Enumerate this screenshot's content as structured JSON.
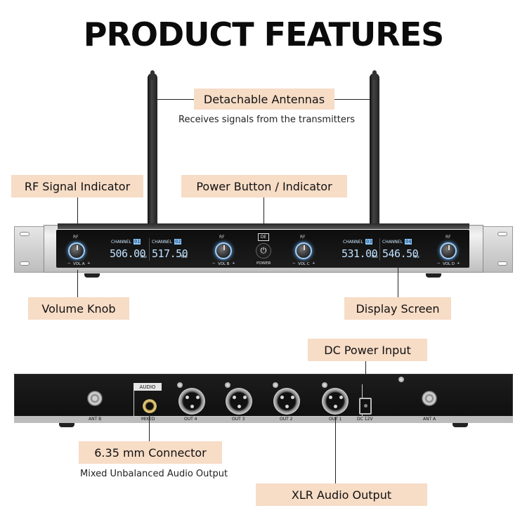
{
  "title": "PRODUCT FEATURES",
  "callouts": {
    "antennas": {
      "label": "Detachable Antennas",
      "sub": "Receives signals from the transmitters"
    },
    "rf_signal": {
      "label": "RF Signal Indicator"
    },
    "power": {
      "label": "Power Button / Indicator"
    },
    "volume": {
      "label": "Volume Knob"
    },
    "display": {
      "label": "Display Screen"
    },
    "dc_power": {
      "label": "DC Power Input"
    },
    "connector": {
      "label": "6.35 mm Connector",
      "sub": "Mixed Unbalanced Audio Output"
    },
    "xlr": {
      "label": "XLR Audio Output"
    }
  },
  "front_panel": {
    "rf_label": "RF",
    "vol_labels": [
      "VOL A",
      "VOL B",
      "VOL C",
      "VOL D"
    ],
    "minus": "−",
    "plus": "+",
    "channel_word": "CHANNEL",
    "channels": [
      {
        "num": "01",
        "freq": "506.00"
      },
      {
        "num": "02",
        "freq": "517.50"
      },
      {
        "num": "03",
        "freq": "531.00"
      },
      {
        "num": "04",
        "freq": "546.50"
      }
    ],
    "unit": "MHz",
    "power_label": "POWER",
    "power_symbol": "⏻",
    "logo": "DE"
  },
  "rear_panel": {
    "audio_tag": "AUDIO",
    "ant_b": "ANT B",
    "ant_a": "ANT A",
    "mixed": "MIXED",
    "outputs": [
      "OUT 4",
      "OUT 3",
      "OUT 2",
      "OUT 1"
    ],
    "dc": "DC 12V"
  },
  "colors": {
    "callout_bg": "#f7dcc6",
    "display_blue": "#9fd2ff",
    "panel_black": "#111111"
  }
}
